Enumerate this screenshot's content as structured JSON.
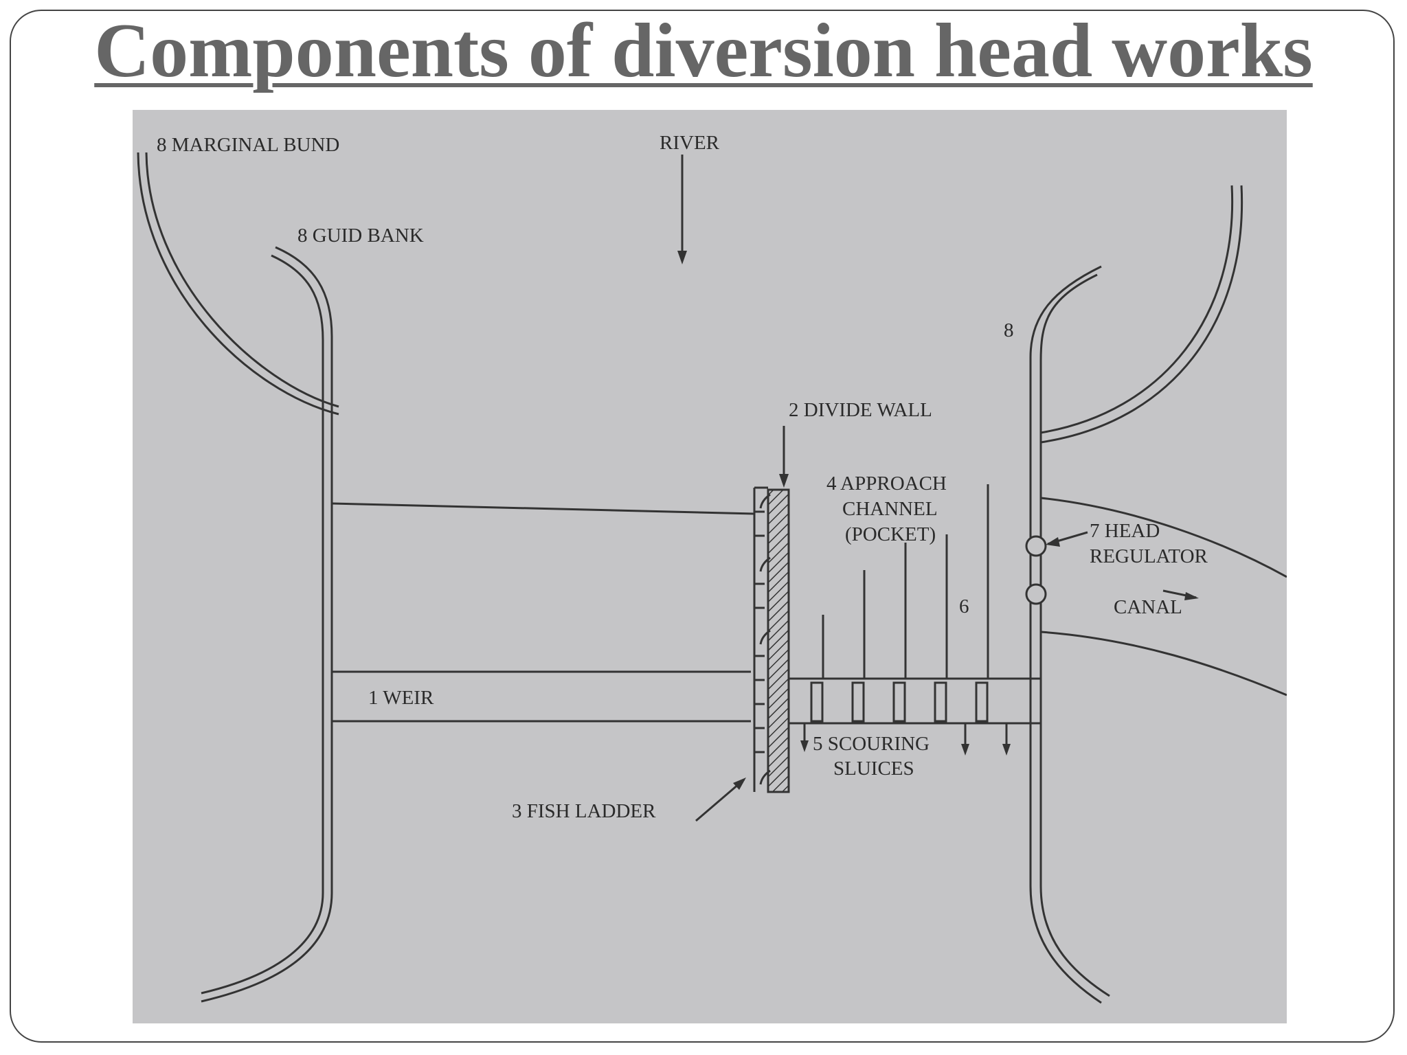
{
  "slide": {
    "title": "Components of diversion head works"
  },
  "diagram": {
    "labels": {
      "marginal_bund": "8 MARGINAL BUND",
      "river": "RIVER",
      "guide_bank": "8 GUID BANK",
      "right_bank_number": "8",
      "divide_wall": "2 DIVIDE WALL",
      "approach_channel_line1": "4 APPROACH",
      "approach_channel_line2": "CHANNEL",
      "approach_channel_line3": "(POCKET)",
      "head_regulator_line1": "7 HEAD",
      "head_regulator_line2": "REGULATOR",
      "canal": "CANAL",
      "number_6": "6",
      "weir": "1 WEIR",
      "scouring_sluices_line1": "5 SCOURING",
      "scouring_sluices_line2": "SLUICES",
      "fish_ladder": "3 FISH LADDER"
    },
    "colors": {
      "paper": "#c5c5c7",
      "ink": "#333333",
      "title": "#666666"
    }
  }
}
